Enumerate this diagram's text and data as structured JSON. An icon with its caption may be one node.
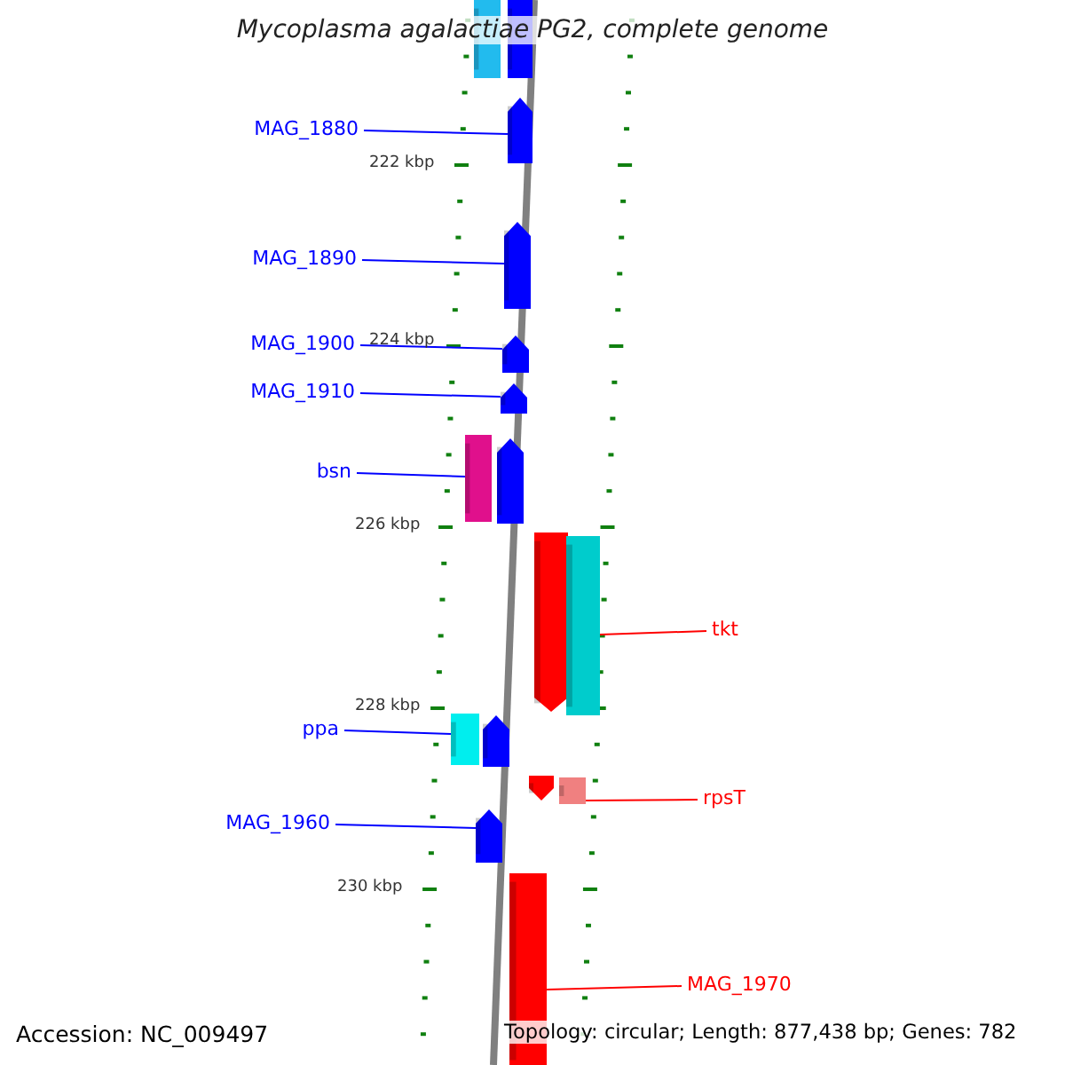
{
  "diagram": {
    "title": "Mycoplasma agalactiae PG2, complete genome",
    "nodes": [
      {
        "text": [
          "MAG_1880"
        ]
      },
      {
        "text": [
          "MAG_1890"
        ]
      },
      {
        "text": [
          "MAG_1900"
        ]
      },
      {
        "text": [
          "MAG_1910"
        ]
      },
      {
        "text": [
          "bsn"
        ]
      },
      {
        "text": [
          "ppa"
        ]
      },
      {
        "text": [
          "MAG_1960"
        ]
      },
      {
        "text": [
          "tkt"
        ]
      },
      {
        "text": [
          "rpsT"
        ]
      },
      {
        "text": [
          "MAG_1970"
        ]
      },
      {
        "text": [],
        "shape": "bar"
      },
      {
        "text": [],
        "shape": "bar"
      },
      {
        "text": [],
        "shape": "pentagon"
      },
      {
        "text": [],
        "shape": "pentagon"
      },
      {
        "text": [],
        "shape": "pentagon"
      },
      {
        "text": [],
        "shape": "pentagon"
      },
      {
        "text": [],
        "shape": "bar"
      },
      {
        "text": [],
        "shape": "pentagon"
      },
      {
        "text": [],
        "shape": "pentagon"
      },
      {
        "text": [],
        "shape": "bar"
      },
      {
        "text": [],
        "shape": "bar"
      },
      {
        "text": [],
        "shape": "pentagon"
      },
      {
        "text": [],
        "shape": "pentagon"
      },
      {
        "text": [],
        "shape": "bar"
      },
      {
        "text": [],
        "shape": "pentagon"
      },
      {
        "text": [],
        "shape": "bar"
      }
    ],
    "edges": [
      {
        "from": 0,
        "to": 12,
        "arrow": "none"
      },
      {
        "from": 1,
        "to": 13,
        "arrow": "none"
      },
      {
        "from": 2,
        "to": 14,
        "arrow": "none"
      },
      {
        "from": 3,
        "to": 15,
        "arrow": "none"
      },
      {
        "from": 4,
        "to": 16,
        "arrow": "none"
      },
      {
        "from": 7,
        "to": 19,
        "arrow": "none",
        "color": "#ff0000"
      },
      {
        "from": 5,
        "to": 20,
        "arrow": "none"
      },
      {
        "from": 8,
        "to": 23,
        "arrow": "none",
        "color": "#ff0000"
      },
      {
        "from": 6,
        "to": 24,
        "arrow": "none"
      },
      {
        "from": 9,
        "to": 25,
        "arrow": "none",
        "color": "#ff0000"
      }
    ],
    "labels": [
      "222 kbp",
      "224 kbp",
      "226 kbp",
      "228 kbp",
      "230 kbp",
      "Accession: NC_009497",
      "Topology: circular; Length: 877,438 bp; Genes: 782"
    ]
  }
}
